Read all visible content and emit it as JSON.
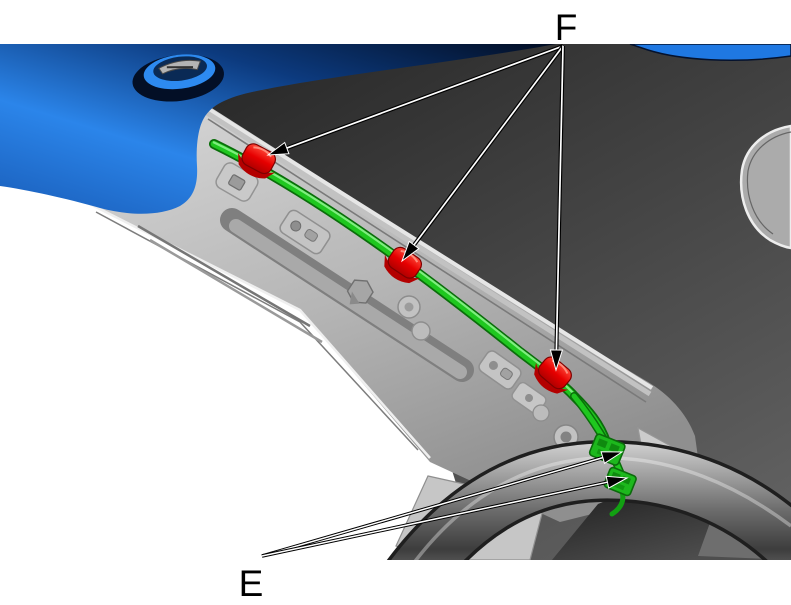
{
  "diagram": {
    "kind": "service-manual-illustration",
    "subject": "vehicle A-pillar wire harness routing",
    "background": "#ffffff",
    "labels": {
      "f": {
        "text": "F"
      },
      "e": {
        "text": "E"
      }
    },
    "callouts": {
      "f": {
        "label": "F",
        "target_count": 3,
        "target": "harness-retaining-clips"
      },
      "e": {
        "label": "E",
        "target_count": 2,
        "target": "harness-connectors"
      }
    },
    "colors": {
      "harness_green": "#1FC71F",
      "harness_green_dark": "#0A6E0A",
      "clip_red": "#E60000",
      "connector_green": "#1DB81D",
      "trim_blue_bright": "#2B85EA",
      "trim_blue_dark": "#03112C",
      "glass_dark": "#3A3A3A",
      "pillar_gray": "#B9B9B9",
      "callout_line": "#000000"
    }
  }
}
